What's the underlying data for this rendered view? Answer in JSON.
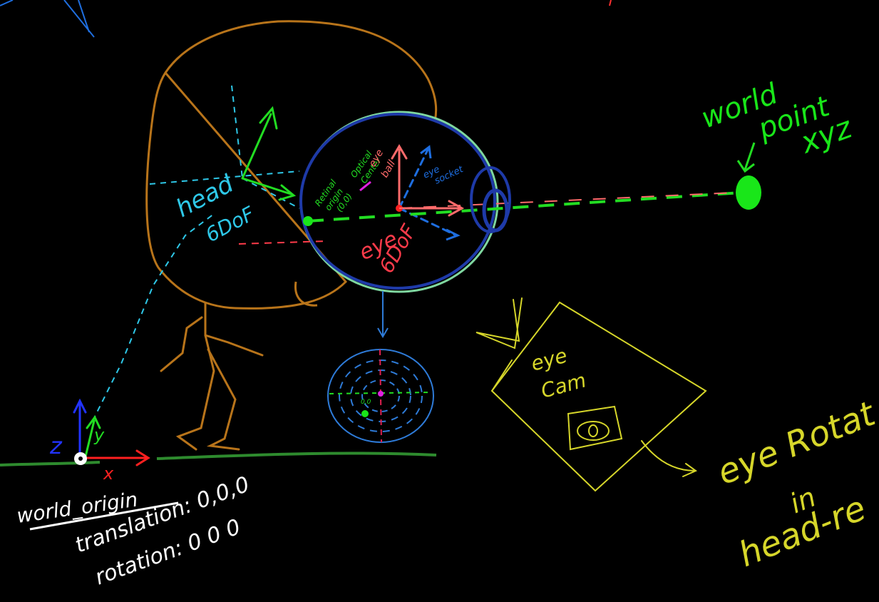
{
  "colors": {
    "background": "#000000",
    "head": "#b8741a",
    "ground": "#2e8b2e",
    "world_point": "#19e619",
    "eye_socket": "#1e3aa8",
    "eyeball": "#7fd7a0",
    "eye_6dof": "#ff3b4a",
    "head_6dof": "#2ec8e8",
    "eye_cam": "#d6d62a",
    "world_origin_text": "#ffffff",
    "axis_x": "#ff2020",
    "axis_y": "#22dd22",
    "axis_z": "#2233ff"
  },
  "labels": {
    "world_point": [
      "world",
      "point",
      "xyz"
    ],
    "head_6dof": [
      "head",
      "6DoF"
    ],
    "eye_6dof": [
      "eye",
      "6DoF"
    ],
    "eye_socket": [
      "eye",
      "socket"
    ],
    "eyeball": [
      "eye",
      "ball"
    ],
    "optical_center": [
      "Optical",
      "Center"
    ],
    "retinal_origin": [
      "Retinal",
      "origin",
      "(0,0)"
    ],
    "eye_cam": [
      "eye",
      "Cam"
    ],
    "eye_rotation": [
      "eye Rotat",
      "in",
      "head-re"
    ],
    "axis_x": "x",
    "axis_y": "y",
    "axis_z": "z",
    "world_origin_title": "world_origin",
    "translation": "translation: 0,0,0",
    "rotation": "rotation: 0 0 0",
    "retina_center": "0,0"
  }
}
